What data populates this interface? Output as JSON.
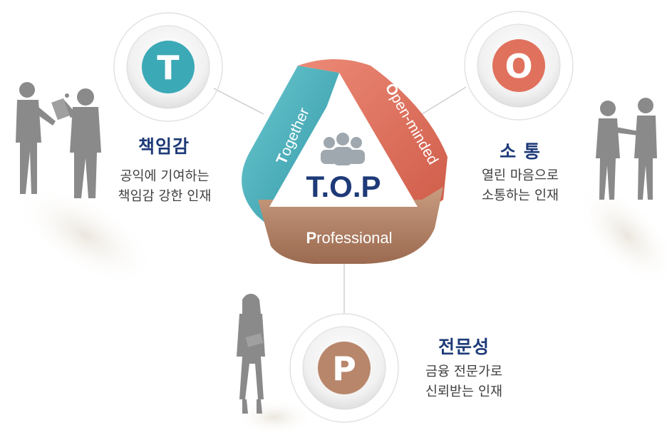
{
  "center": {
    "label": "T.O.P",
    "sides": {
      "together": {
        "initial": "T",
        "rest": "ogether"
      },
      "open": {
        "initial": "O",
        "rest": "pen-minded"
      },
      "professional": {
        "initial": "P",
        "rest": "rofessional"
      }
    }
  },
  "values": [
    {
      "key": "t",
      "letter": "T",
      "title": "책임감",
      "lines": [
        "공익에 기여하는",
        "책임감 강한 인재"
      ],
      "color": "#3ba9b6"
    },
    {
      "key": "o",
      "letter": "O",
      "title": "소 통",
      "lines": [
        "열린 마음으로",
        "소통하는 인재"
      ],
      "color": "#e0715d"
    },
    {
      "key": "p",
      "letter": "P",
      "title": "전문성",
      "lines": [
        "금융 전문가로",
        "신뢰받는 인재"
      ],
      "color": "#b8866a"
    }
  ],
  "colors": {
    "teal": "#3ba9b6",
    "coral": "#e0715d",
    "bronze": "#b8866a",
    "navy": "#1e3a78",
    "silhouette": "#8a8a8a"
  }
}
